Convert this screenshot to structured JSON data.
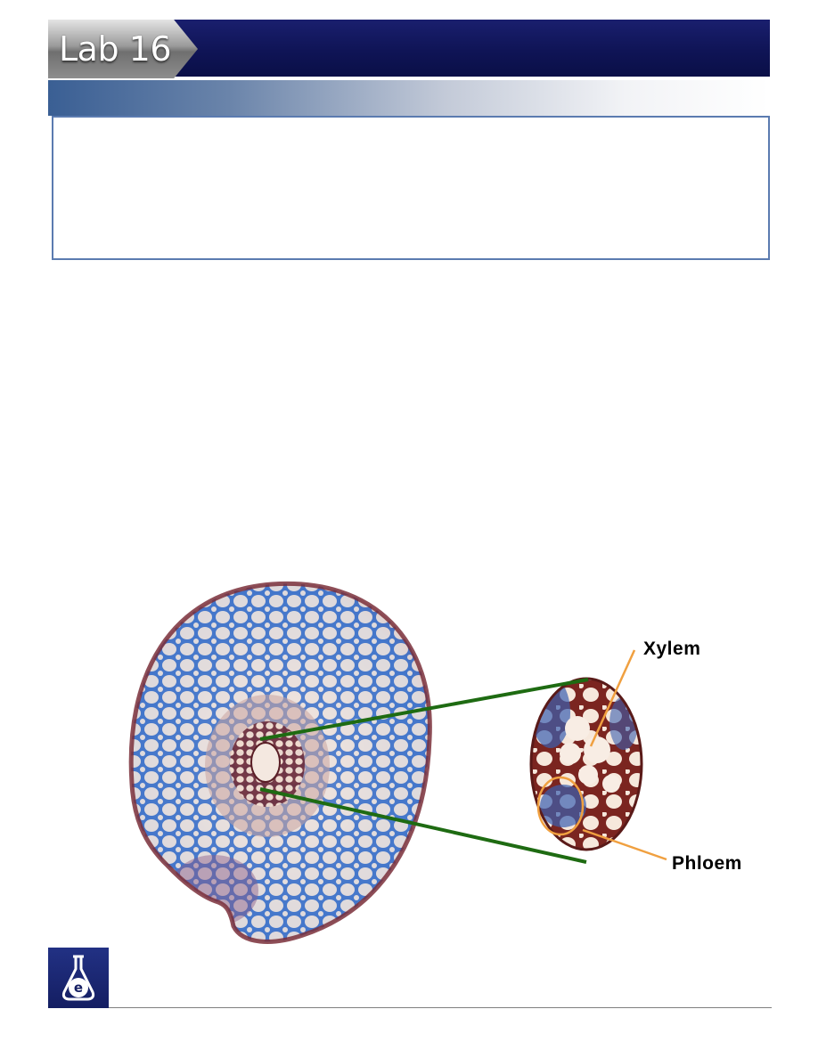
{
  "header": {
    "lab_label": "Lab 16"
  },
  "figure": {
    "labels": {
      "xylem": "Xylem",
      "phloem": "Phloem"
    },
    "colors": {
      "cell_fill": "#f6e3d4",
      "cell_stain_blue": "#4a7fd0",
      "cortex_edge": "#7a2f3a",
      "xylem_red": "#8a2a24",
      "zoom_lines": "#1e6b12",
      "callout_lines": "#f0a040"
    }
  },
  "footer": {
    "logo_icon": "flask-e-icon"
  }
}
